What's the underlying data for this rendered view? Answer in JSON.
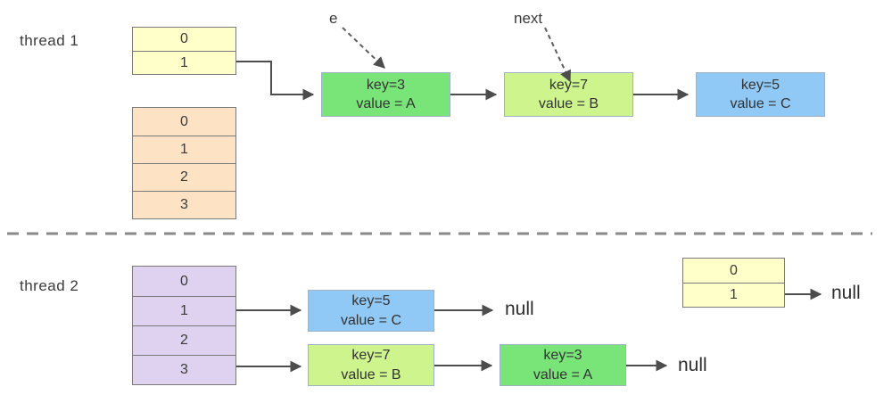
{
  "palette": {
    "background": "#ffffff",
    "table_yellow": "#ffffc9",
    "table_orange": "#fde3c3",
    "table_purple": "#ded2f0",
    "node_green": "#79e579",
    "node_lightgreen": "#cdf48d",
    "node_blue": "#90c8f6",
    "arrow": "#4d4d4d",
    "table_border": "#7a7a7a",
    "node_border": "#9fb3c8",
    "text": "#3b3b3b"
  },
  "thread1": {
    "label": "thread 1",
    "pointer_e_label": "e",
    "pointer_next_label": "next",
    "top_table": {
      "rows": [
        "0",
        "1"
      ]
    },
    "bottom_table": {
      "rows": [
        "0",
        "1",
        "2",
        "3"
      ]
    },
    "nodes": [
      {
        "key": "key=3",
        "value": "value = A",
        "color": "#79e579"
      },
      {
        "key": "key=7",
        "value": "value = B",
        "color": "#cdf48d"
      },
      {
        "key": "key=5",
        "value": "value = C",
        "color": "#90c8f6"
      }
    ]
  },
  "thread2": {
    "label": "thread 2",
    "left_table": {
      "rows": [
        "0",
        "1",
        "2",
        "3"
      ]
    },
    "right_table": {
      "rows": [
        "0",
        "1"
      ]
    },
    "chain_row1": {
      "nodes": [
        {
          "key": "key=5",
          "value": "value = C",
          "color": "#90c8f6"
        }
      ],
      "terminator": "null"
    },
    "chain_row3": {
      "nodes": [
        {
          "key": "key=7",
          "value": "value = B",
          "color": "#cdf48d"
        },
        {
          "key": "key=3",
          "value": "value = A",
          "color": "#79e579"
        }
      ],
      "terminator": "null"
    },
    "right_terminator": "null"
  }
}
